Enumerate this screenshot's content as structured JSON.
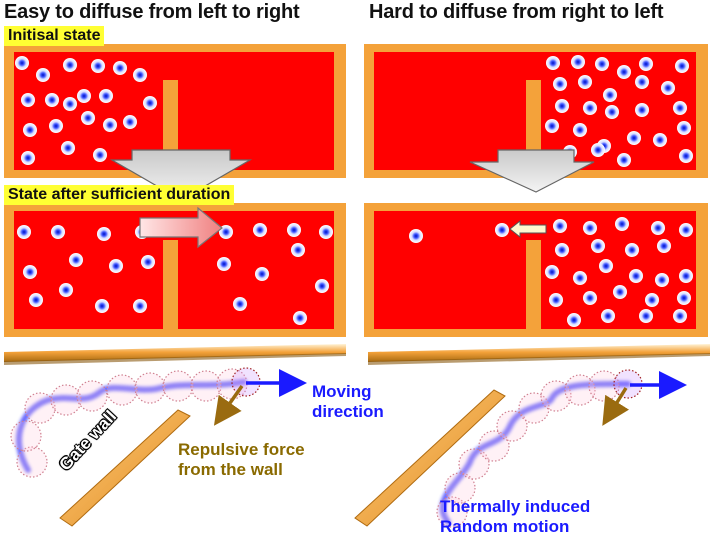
{
  "titles": {
    "left": "Easy to diffuse from left to right",
    "right": "Hard to diffuse from right to left"
  },
  "states": {
    "initial": "Initisal state",
    "after": "State after sufficient duration"
  },
  "labels": {
    "moving": "Moving\ndirection",
    "repulsive": "Repulsive force\nfrom the wall",
    "gate_wall": "Gate wall",
    "thermal": "Thermally induced\nRandom motion"
  },
  "colors": {
    "chamber_fill": "#ff0000",
    "chamber_border": "#f4a23a",
    "particle_core": "#1f3fff",
    "arrow_blue": "#1a1aff",
    "arrow_brown": "#9a6b10",
    "highlight": "#ffff33"
  },
  "icons": {
    "particle": "particle-icon",
    "big_arrow": "down-arrow-icon",
    "motion_arrow": "right-arrow-icon"
  }
}
